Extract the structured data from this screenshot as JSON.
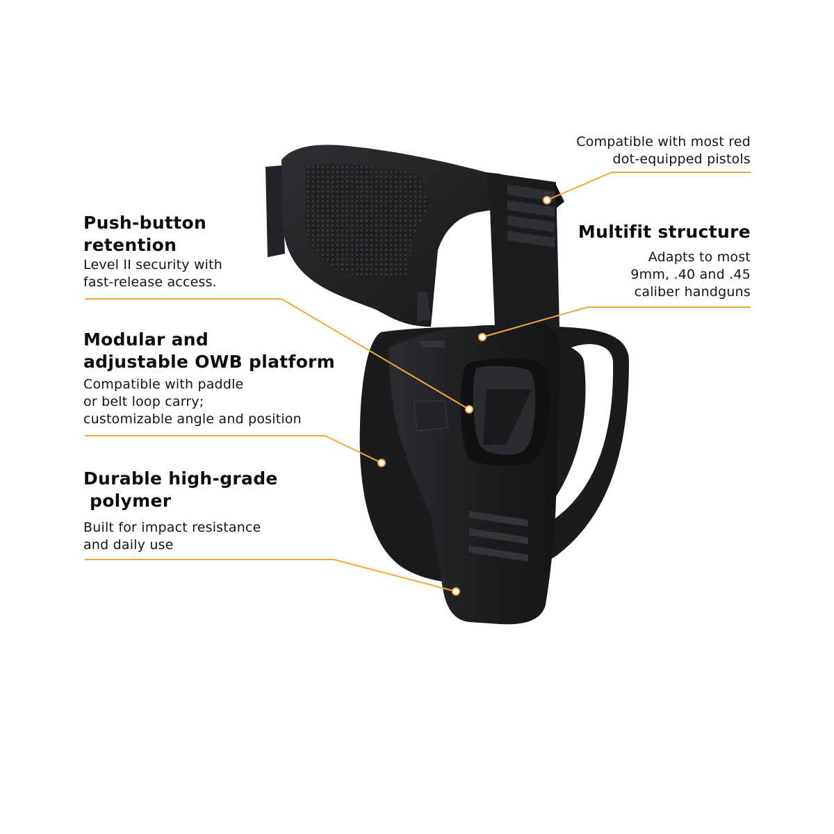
{
  "colors": {
    "accent": "#F4A83A",
    "polymer": "#1e1f21",
    "polymer_highlight": "#3a3b3e",
    "background": "#ffffff"
  },
  "callouts": {
    "red_dot": {
      "heading": "",
      "body": "Compatible with most red\ndot-equipped pistols"
    },
    "push_button": {
      "heading": "Push-button\nretention",
      "body": "Level II security with\nfast-release access."
    },
    "multifit": {
      "heading": "Multifit structure",
      "body": "Adapts to most\n9mm, .40 and .45\ncaliber handguns"
    },
    "modular": {
      "heading": "Modular and\nadjustable OWB platform",
      "body": "Compatible with paddle\nor belt loop carry;\ncustomizable angle and position"
    },
    "durable": {
      "heading": "Durable high-grade\n polymer",
      "body": "Built for impact resistance\nand daily use"
    }
  }
}
